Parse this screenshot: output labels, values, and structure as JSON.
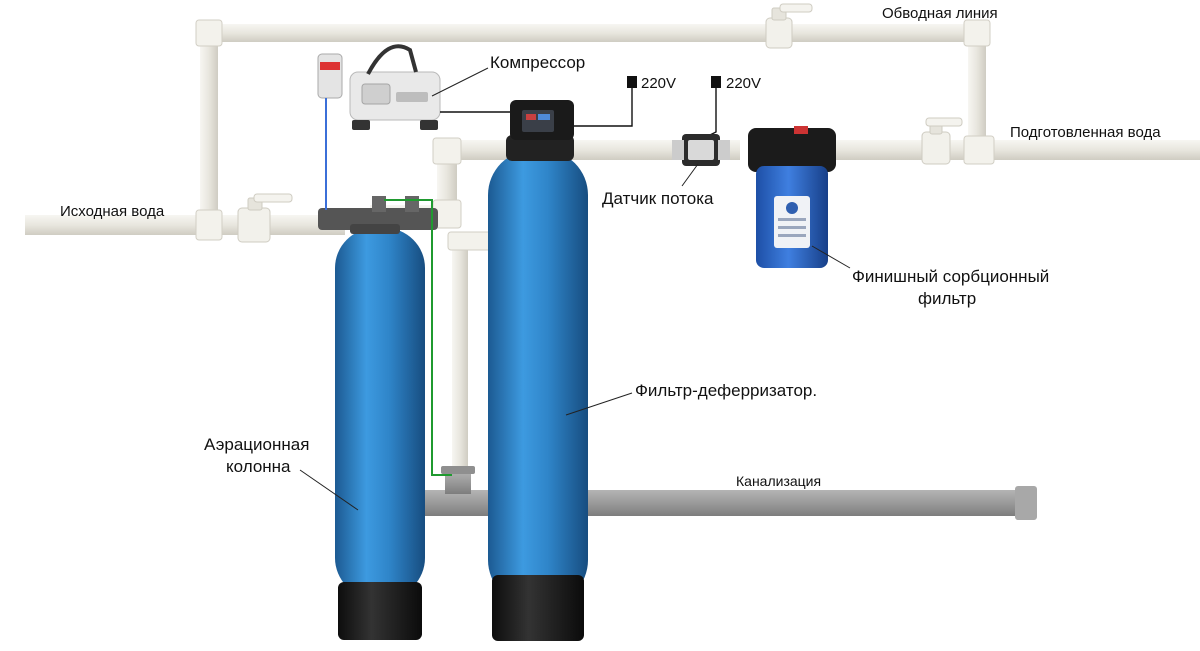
{
  "labels": {
    "bypass": "Обводная линия",
    "compressor": "Компрессор",
    "power_left": "220V",
    "power_right": "220V",
    "treated_water": "Подготовленная вода",
    "raw_water": "Исходная вода",
    "flow_sensor": "Датчик потока",
    "finish_filter_line1": "Финишный сорбционный",
    "finish_filter_line2": "фильтр",
    "deferrizer": "Фильтр-деферризатор.",
    "aeration_line1": "Аэрационная",
    "aeration_line2": "колонна",
    "sewer": "Канализация"
  },
  "colors": {
    "pipe": "#eceae3",
    "pipe_edge": "#d2cfc5",
    "tank_blue": "#2f85c9",
    "tank_blue_dark": "#1f5f96",
    "tank_base": "#1d1d1d",
    "drain_pipe": "#9c9c9c",
    "air_tube": "#3b6fd8",
    "drain_tube": "#1f9a2f"
  }
}
